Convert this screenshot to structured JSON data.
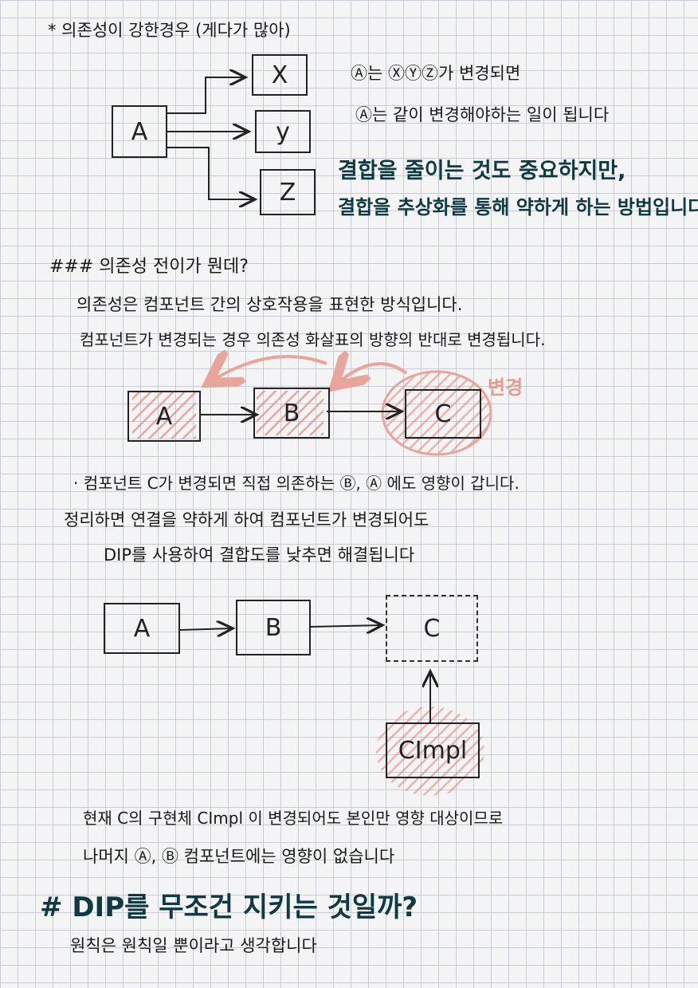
{
  "section1": {
    "title": "* 의존성이 강한경우 (게다가 많아)",
    "note1": "Ⓐ는 ⓍⓎⓏ가 변경되면",
    "note2": "Ⓐ는 같이 변경해야하는 일이 됩니다",
    "emphasis1": "결합을 줄이는 것도 중요하지만,",
    "emphasis2": "결합을 추상화를 통해 약하게 하는 방법입니다",
    "boxes": {
      "a": "A",
      "x": "X",
      "y": "y",
      "z": "Z"
    }
  },
  "section2": {
    "heading": "### 의존성 전이가 뭔데?",
    "line1": "의존성은 컴포넌트 간의 상호작용을 표현한 방식입니다.",
    "line2": "컴포넌트가 변경되는 경우 의존성 화살표의 방향의 반대로 변경됩니다.",
    "change_label": "변경",
    "boxes": {
      "a": "A",
      "b": "B",
      "c": "C"
    },
    "line3": "· 컴포넌트 C가 변경되면 직접 의존하는 Ⓑ, Ⓐ 에도 영향이 갑니다.",
    "line4": "정리하면 연결을 약하게 하여 컴포넌트가 변경되어도",
    "line5": "DIP를 사용하여 결합도를 낮추면 해결됩니다"
  },
  "section3": {
    "boxes": {
      "a": "A",
      "b": "B",
      "c": "C",
      "impl": "CImpl"
    },
    "line1": "현재 C의 구현체 CImpl 이 변경되어도 본인만 영향 대상이므로",
    "line2": "나머지 Ⓐ, Ⓑ 컴포넌트에는 영향이 없습니다"
  },
  "section4": {
    "heading": "# DIP를 무조건 지키는 것일까?",
    "line1": "원칙은 원칙일 뿐이라고 생각합니다"
  }
}
